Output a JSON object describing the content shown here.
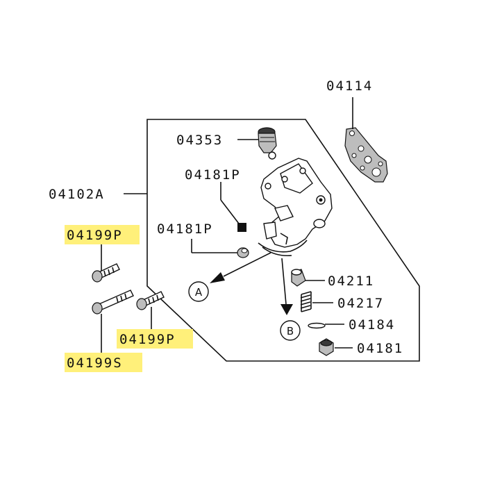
{
  "diagram": {
    "highlight_color": "#fff07a",
    "labels": {
      "p04114": "04114",
      "p04353": "04353",
      "p04181P_upper": "04181P",
      "p04102A": "04102A",
      "p04181P_lower": "04181P",
      "p04199P_left": "04199P",
      "p04211": "04211",
      "p04217": "04217",
      "p04184": "04184",
      "p04181": "04181",
      "p04199P_right": "04199P",
      "p04199S": "04199S"
    },
    "arrow_letters": {
      "a": "A",
      "b": "B"
    }
  }
}
